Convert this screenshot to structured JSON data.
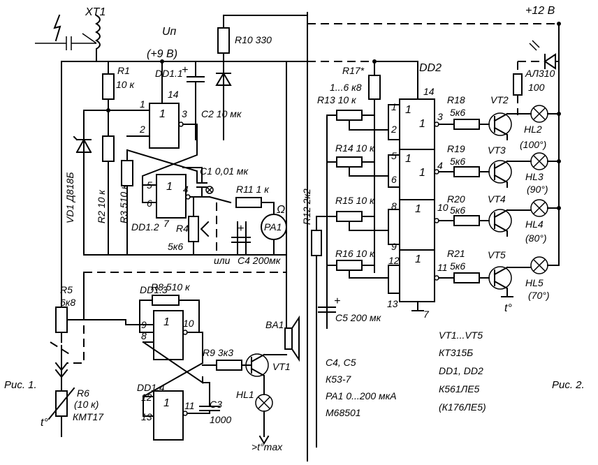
{
  "fig1_caption": "Рис. 1.",
  "fig2_caption": "Рис. 2.",
  "power": {
    "up_label": "Uп",
    "up_value": "(+9 В)",
    "rail_12v": "+12 В"
  },
  "components": {
    "xt1": "XT1",
    "r1": "R1",
    "r1_val": "10 к",
    "r2": "R2",
    "r2_val": "10 к",
    "r3": "R3",
    "r3_val": "510 к",
    "r4": "R4",
    "r4_val": "5к6",
    "r5": "R5",
    "r5_val": "6к8",
    "r6": "R6",
    "r6_val": "(10 к)",
    "r6_type": "КМТ17",
    "r8": "R8",
    "r8_val": "510 к",
    "r9": "R9",
    "r9_val": "3к3",
    "r10": "R10",
    "r10_val": "330",
    "r11": "R11",
    "r11_val": "1 к",
    "r12": "R12",
    "r12_val": "2к2",
    "r13": "R13",
    "r13_val": "10 к",
    "r14": "R14",
    "r14_val": "10 к",
    "r15": "R15",
    "r15_val": "10 к",
    "r16": "R16",
    "r16_val": "10 к",
    "r17": "R17*",
    "r17_val": "1...6 к8",
    "r18": "R18",
    "r18_val": "5к6",
    "r19": "R19",
    "r19_val": "5к6",
    "r20": "R20",
    "r20_val": "5к6",
    "r21": "R21",
    "r21_val": "5к6",
    "c1": "C1",
    "c1_val": "0,01 мк",
    "c2": "C2",
    "c2_val": "10 мк",
    "c3": "C3",
    "c3_val": "1000",
    "c4": "C4",
    "c4_val": "200мк",
    "c5": "C5",
    "c5_val": "200 мк",
    "vd1": "VD1",
    "vd1_type": "Д818Б",
    "ba1": "BA1",
    "pa1": "PA1",
    "ohm": "Ω",
    "ili": "или",
    "vt1": "VT1",
    "hl1": "HL1",
    "tmax": ">t°max",
    "dd1_1": "DD1.1",
    "dd1_2": "DD1.2",
    "dd1_3": "DD1.3",
    "dd1_4": "DD1.4",
    "dd2": "DD2",
    "alp": "АЛ310",
    "alp_val": "100",
    "temp": "t°"
  },
  "transistors_right": [
    {
      "vt": "VT2",
      "hl": "HL2",
      "deg": "(100°)"
    },
    {
      "vt": "VT3",
      "hl": "HL3",
      "deg": "(90°)"
    },
    {
      "vt": "VT4",
      "hl": "HL4",
      "deg": "(80°)"
    },
    {
      "vt": "VT5",
      "hl": "HL5",
      "deg": "(70°)"
    }
  ],
  "gate_symbol": "1",
  "pins": {
    "dd11_in1": "1",
    "dd11_in2": "2",
    "dd11_out": "3",
    "dd11_vcc": "14",
    "dd12_in5": "5",
    "dd12_in6": "6",
    "dd12_out": "4",
    "dd12_gnd": "7",
    "dd13_in9": "9",
    "dd13_in8": "8",
    "dd13_out": "10",
    "dd14_in12": "12",
    "dd14_in13": "13",
    "dd14_out": "11",
    "dd2_vcc": "14",
    "dd2_gnd": "7",
    "dd2_p1": "1",
    "dd2_p2": "2",
    "dd2_p3": "3",
    "dd2_p5": "5",
    "dd2_p6": "6",
    "dd2_p4": "4",
    "dd2_p8": "8",
    "dd2_p9": "9",
    "dd2_p10": "10",
    "dd2_p12": "12",
    "dd2_p13": "13",
    "dd2_p11": "11"
  },
  "notes": {
    "n1": "C4, C5",
    "n2": "К53-7",
    "n3": "PA1 0...200 мкА",
    "n4": "М68501",
    "n5": "VT1...VT5",
    "n6": "КТ315Б",
    "n7": "DD1, DD2",
    "n8": "К561ЛЕ5",
    "n9": "(К176ЛЕ5)"
  }
}
